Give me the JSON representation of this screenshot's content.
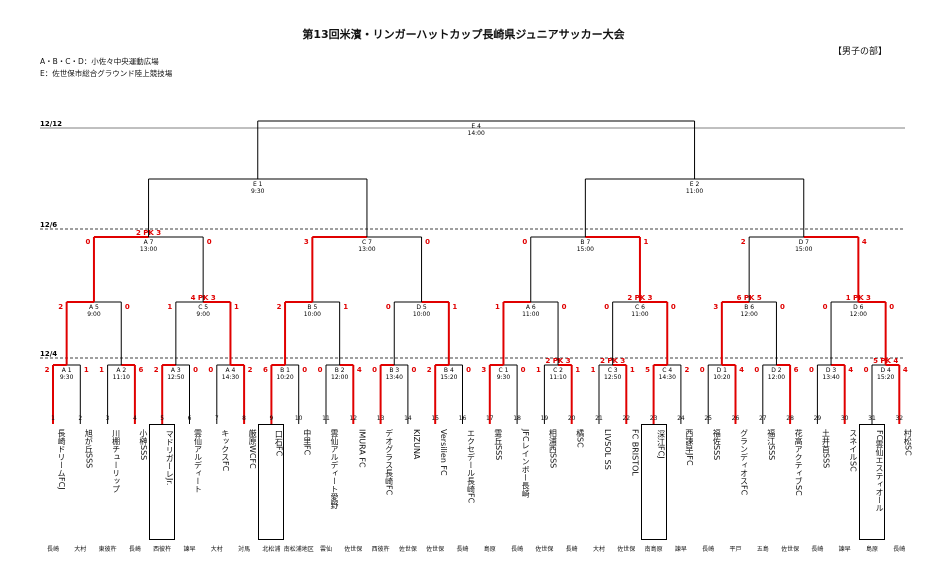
{
  "header": {
    "title": "第13回米濱・リンガーハットカップ長崎県ジュニアサッカー大会",
    "division": "【男子の部】",
    "venues": [
      "A・B・C・D：小佐々中央運動広場",
      "E：佐世保市総合グラウンド陸上競技場"
    ]
  },
  "dates": {
    "d12": "12/12",
    "d6": "12/6",
    "d4": "12/4"
  },
  "final": {
    "code": "E 4",
    "time": "14:00"
  },
  "semis": [
    {
      "code": "E 1",
      "time": "9:30"
    },
    {
      "code": "E 2",
      "time": "11:00"
    }
  ],
  "quarters": [
    {
      "code": "A 7",
      "time": "13:00",
      "sl": "0",
      "sr": "0",
      "pk": "2 PK 3"
    },
    {
      "code": "C 7",
      "time": "13:00",
      "sl": "3",
      "sr": "0",
      "pk": ""
    },
    {
      "code": "B 7",
      "time": "15:00",
      "sl": "0",
      "sr": "1",
      "pk": ""
    },
    {
      "code": "D 7",
      "time": "15:00",
      "sl": "2",
      "sr": "4",
      "pk": ""
    }
  ],
  "r16": [
    {
      "code": "A 5",
      "time": "9:00",
      "sl": "2",
      "sr": "0",
      "pk": ""
    },
    {
      "code": "C 5",
      "time": "9:00",
      "sl": "1",
      "sr": "1",
      "pk": "4 PK 3"
    },
    {
      "code": "B 5",
      "time": "10:00",
      "sl": "2",
      "sr": "1",
      "pk": ""
    },
    {
      "code": "D 5",
      "time": "10:00",
      "sl": "0",
      "sr": "1",
      "pk": ""
    },
    {
      "code": "A 6",
      "time": "11:00",
      "sl": "1",
      "sr": "0",
      "pk": ""
    },
    {
      "code": "C 6",
      "time": "11:00",
      "sl": "0",
      "sr": "0",
      "pk": "2 PK 3"
    },
    {
      "code": "B 6",
      "time": "12:00",
      "sl": "3",
      "sr": "0",
      "pk": "6 PK 5"
    },
    {
      "code": "D 6",
      "time": "12:00",
      "sl": "0",
      "sr": "0",
      "pk": "1 PK 3"
    }
  ],
  "r32": [
    {
      "code": "A 1",
      "time": "9:30",
      "sl": "2",
      "sr": "1",
      "pk": ""
    },
    {
      "code": "A 2",
      "time": "11:10",
      "sl": "1",
      "sr": "6",
      "pk": ""
    },
    {
      "code": "A 3",
      "time": "12:50",
      "sl": "2",
      "sr": "0",
      "pk": ""
    },
    {
      "code": "A 4",
      "time": "14:30",
      "sl": "0",
      "sr": "2",
      "pk": ""
    },
    {
      "code": "B 1",
      "time": "10:20",
      "sl": "6",
      "sr": "0",
      "pk": ""
    },
    {
      "code": "B 2",
      "time": "12:00",
      "sl": "0",
      "sr": "4",
      "pk": ""
    },
    {
      "code": "B 3",
      "time": "13:40",
      "sl": "0",
      "sr": "0",
      "pk": ""
    },
    {
      "code": "B 4",
      "time": "15:20",
      "sl": "2",
      "sr": "0",
      "pk": ""
    },
    {
      "code": "C 1",
      "time": "9:30",
      "sl": "3",
      "sr": "0",
      "pk": ""
    },
    {
      "code": "C 2",
      "time": "11:10",
      "sl": "1",
      "sr": "1",
      "pk": "2 PK 3"
    },
    {
      "code": "C 3",
      "time": "12:50",
      "sl": "1",
      "sr": "1",
      "pk": "2 PK 3"
    },
    {
      "code": "C 4",
      "time": "14:30",
      "sl": "5",
      "sr": "2",
      "pk": ""
    },
    {
      "code": "D 1",
      "time": "10:20",
      "sl": "0",
      "sr": "4",
      "pk": ""
    },
    {
      "code": "D 2",
      "time": "12:00",
      "sl": "0",
      "sr": "6",
      "pk": ""
    },
    {
      "code": "D 3",
      "time": "13:40",
      "sl": "0",
      "sr": "4",
      "pk": ""
    },
    {
      "code": "D 4",
      "time": "15:20",
      "sl": "0",
      "sr": "4",
      "pk": "5 PK 4"
    }
  ],
  "teams": [
    {
      "no": "1",
      "name": "長崎ドリームFCJ",
      "pref": "長崎",
      "box": false
    },
    {
      "no": "2",
      "name": "旭が丘SSS",
      "pref": "大村",
      "box": false
    },
    {
      "no": "3",
      "name": "川棚チューリップ",
      "pref": "東彼杵",
      "box": false
    },
    {
      "no": "4",
      "name": "小榊SSS",
      "pref": "長崎",
      "box": false
    },
    {
      "no": "5",
      "name": "マドリガーレJr.",
      "pref": "西彼杵",
      "box": true
    },
    {
      "no": "6",
      "name": "雲仙アルディート",
      "pref": "諫早",
      "box": false
    },
    {
      "no": "7",
      "name": "キックスFC",
      "pref": "大村",
      "box": false
    },
    {
      "no": "8",
      "name": "厳原WCFC",
      "pref": "対馬",
      "box": false
    },
    {
      "no": "9",
      "name": "口石FC",
      "pref": "北松浦",
      "box": true
    },
    {
      "no": "10",
      "name": "中里FC",
      "pref": "南松浦地区",
      "box": false
    },
    {
      "no": "11",
      "name": "雲仙アルディート愛野",
      "pref": "雲仙",
      "box": false
    },
    {
      "no": "12",
      "name": "IMURA FC",
      "pref": "佐世保",
      "box": false
    },
    {
      "no": "13",
      "name": "デオグラス長崎FC",
      "pref": "西彼杵",
      "box": false
    },
    {
      "no": "14",
      "name": "KIZUNA",
      "pref": "佐世保",
      "box": false
    },
    {
      "no": "15",
      "name": "Versilien FC",
      "pref": "佐世保",
      "box": false
    },
    {
      "no": "16",
      "name": "エクセデール長崎FC",
      "pref": "長崎",
      "box": false
    },
    {
      "no": "17",
      "name": "霊丘SSS",
      "pref": "島原",
      "box": false
    },
    {
      "no": "18",
      "name": "JFCレインボー長崎",
      "pref": "長崎",
      "box": false
    },
    {
      "no": "19",
      "name": "相浦西SSS",
      "pref": "佐世保",
      "box": false
    },
    {
      "no": "20",
      "name": "橘SC",
      "pref": "長崎",
      "box": false
    },
    {
      "no": "21",
      "name": "LIVSOL SS",
      "pref": "大村",
      "box": false
    },
    {
      "no": "22",
      "name": "FC BRISTOL",
      "pref": "佐世保",
      "box": false
    },
    {
      "no": "23",
      "name": "深江FCJ",
      "pref": "南島原",
      "box": true
    },
    {
      "no": "24",
      "name": "西諫早JFC",
      "pref": "諫早",
      "box": false
    },
    {
      "no": "25",
      "name": "福佐SSS",
      "pref": "長崎",
      "box": false
    },
    {
      "no": "26",
      "name": "グランディオスFC",
      "pref": "平戸",
      "box": false
    },
    {
      "no": "27",
      "name": "福江SSS",
      "pref": "五島",
      "box": false
    },
    {
      "no": "28",
      "name": "花高アクティブSC",
      "pref": "佐世保",
      "box": false
    },
    {
      "no": "29",
      "name": "土井首SSS",
      "pref": "長崎",
      "box": false
    },
    {
      "no": "30",
      "name": "スネイルSC",
      "pref": "諫早",
      "box": false
    },
    {
      "no": "31",
      "name": "FC雲仙エスティオール",
      "pref": "島原",
      "box": true
    },
    {
      "no": "32",
      "name": "村松SC",
      "pref": "長崎",
      "box": false
    }
  ],
  "results": {
    "r32": [
      "L",
      "R",
      "L",
      "R",
      "L",
      "R",
      "L",
      "L",
      "L",
      "R",
      "R",
      "L",
      "R",
      "R",
      "R",
      "R"
    ],
    "r16": [
      "L",
      "R",
      "L",
      "R",
      "L",
      "R",
      "L",
      "R"
    ],
    "qf": [
      "L",
      "L",
      "R",
      "R"
    ]
  },
  "colors": {
    "win": "#e00000",
    "line": "#000000",
    "date_line": "#000000"
  }
}
